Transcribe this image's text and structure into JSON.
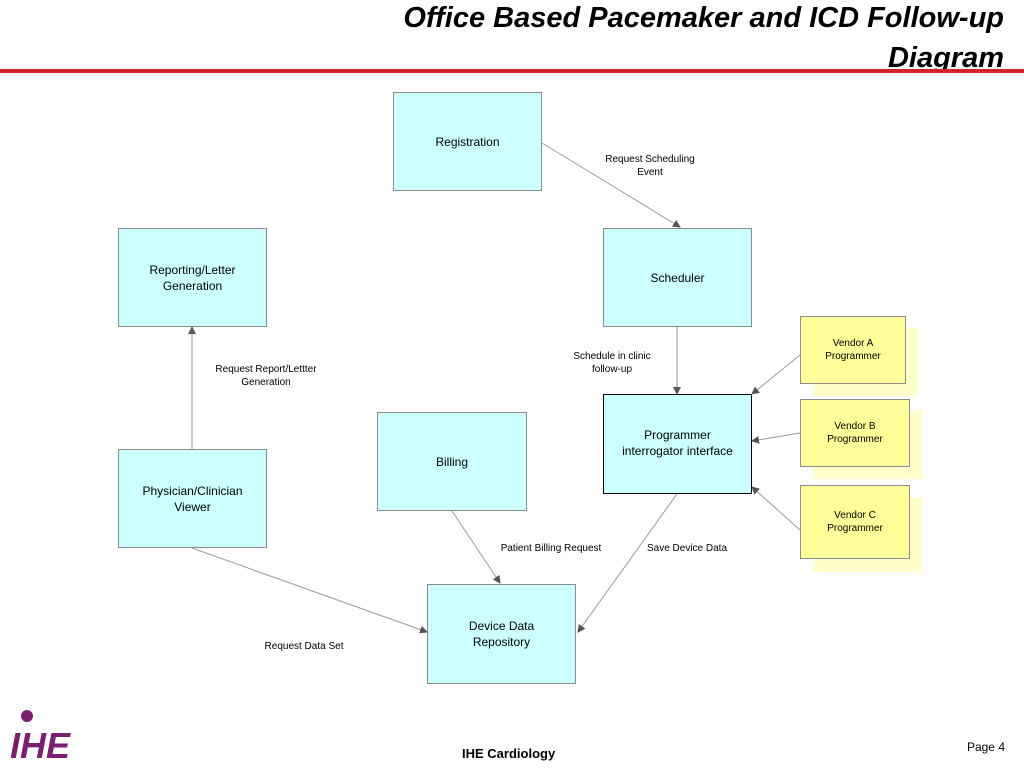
{
  "title": {
    "line1": "Office Based Pacemaker and ICD Follow-up",
    "line2": "Diagram"
  },
  "nodes": {
    "registration": "Registration",
    "scheduler": "Scheduler",
    "reporting_line1": "Reporting/Letter",
    "reporting_line2": "Generation",
    "physician_line1": "Physician/Clinician",
    "physician_line2": "Viewer",
    "billing": "Billing",
    "programmer_line1": "Programmer",
    "programmer_line2": "interrogator interface",
    "repository_line1": "Device Data",
    "repository_line2": "Repository",
    "vendor_a_line1": "Vendor A",
    "vendor_a_line2": "Programmer",
    "vendor_b_line1": "Vendor B",
    "vendor_b_line2": "Programmer",
    "vendor_c_line1": "Vendor C",
    "vendor_c_line2": "Programmer"
  },
  "edges": {
    "request_scheduling_line1": "Request Scheduling",
    "request_scheduling_line2": "Event",
    "schedule_clinic_line1": "Schedule in clinic",
    "schedule_clinic_line2": "follow-up",
    "request_report_line1": "Request Report/Lettter",
    "request_report_line2": "Generation",
    "patient_billing": "Patient Billing Request",
    "save_device": "Save Device Data",
    "request_data_set": "Request Data Set"
  },
  "footer": {
    "org": "IHE Cardiology",
    "page": "Page 4",
    "logo_text": "IHE"
  },
  "colors": {
    "process_fill": "#ccffff",
    "vendor_fill": "#ffff99",
    "rule": "#d2232a",
    "logo": "#7b1f6e"
  }
}
